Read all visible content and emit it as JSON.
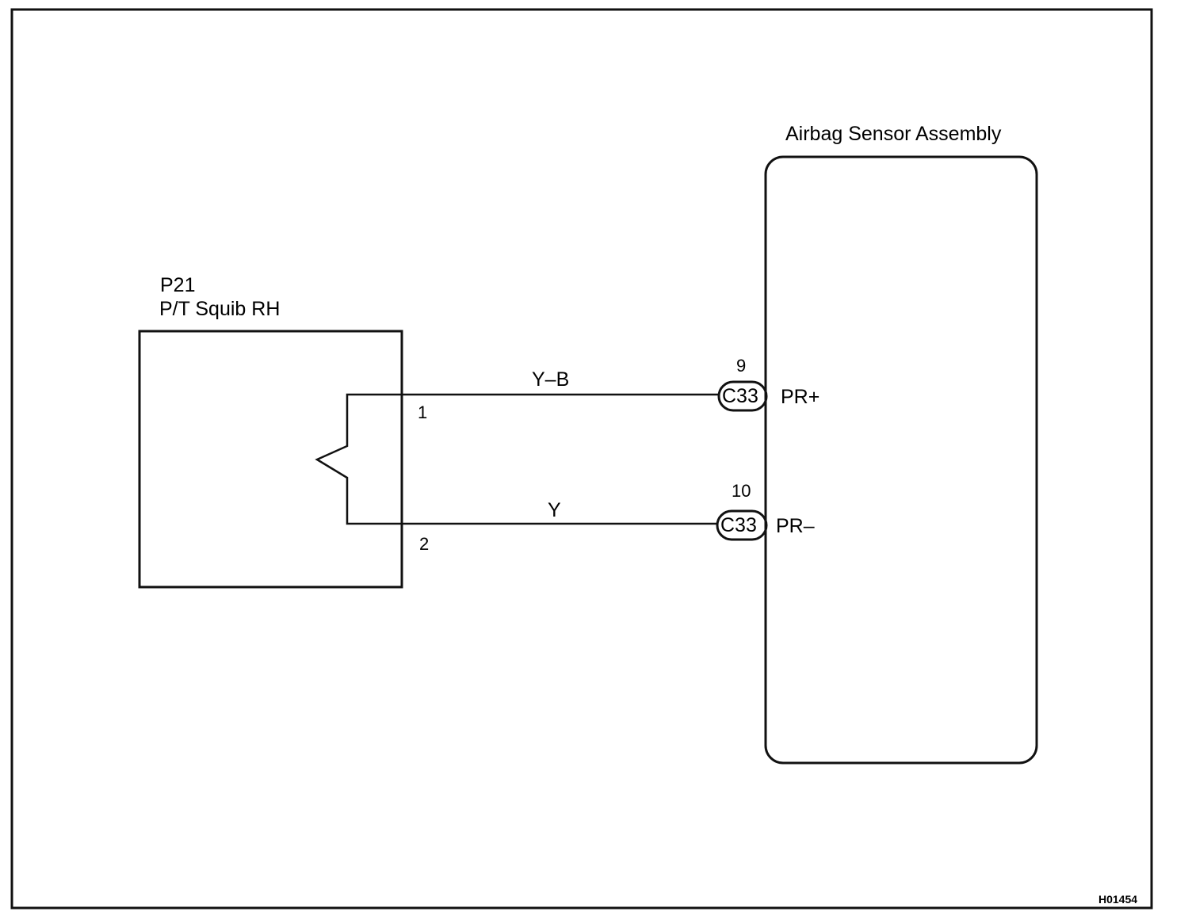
{
  "diagram_id": "H01454",
  "squib": {
    "code": "P21",
    "name": "P/T Squib RH",
    "pin_1": "1",
    "pin_2": "2"
  },
  "sensor": {
    "name": "Airbag Sensor Assembly"
  },
  "wires": [
    {
      "color": "Y–B",
      "pin": "9",
      "connector": "C33",
      "terminal": "PR+"
    },
    {
      "color": "Y",
      "pin": "10",
      "connector": "C33",
      "terminal": "PR–"
    }
  ],
  "colors": {
    "ink": "#111111",
    "background": "#ffffff"
  }
}
